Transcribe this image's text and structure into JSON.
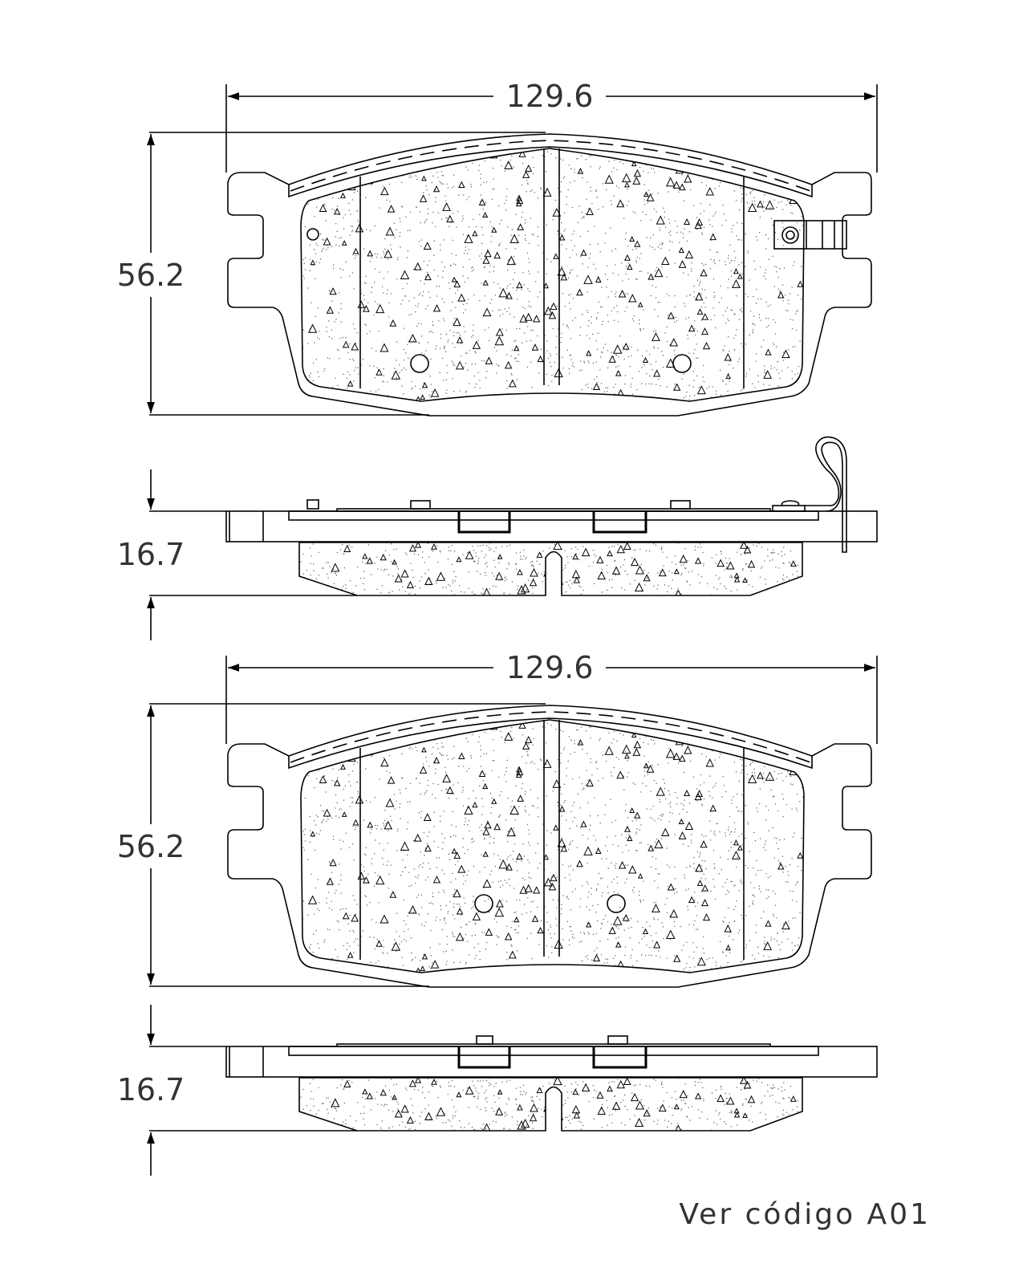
{
  "drawing": {
    "top_pad": {
      "width_label": "129.6",
      "height_label": "56.2",
      "thickness_label": "16.7",
      "has_wear_indicator": true
    },
    "bottom_pad": {
      "width_label": "129.6",
      "height_label": "56.2",
      "thickness_label": "16.7",
      "has_wear_indicator": false
    },
    "note": "Ver código A01"
  }
}
